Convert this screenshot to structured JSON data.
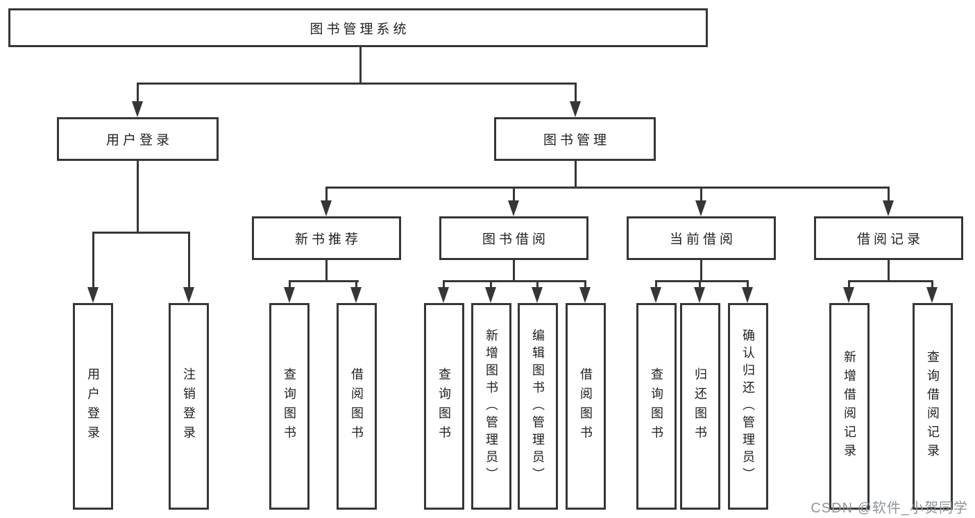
{
  "tree": {
    "root": {
      "label": "图书管理系统",
      "children": [
        {
          "label": "用户登录",
          "children": [
            {
              "label": "用户登录"
            },
            {
              "label": "注销登录"
            }
          ]
        },
        {
          "label": "图书管理",
          "children": [
            {
              "label": "新书推荐",
              "children": [
                {
                  "label": "查询图书"
                },
                {
                  "label": "借阅图书"
                }
              ]
            },
            {
              "label": "图书借阅",
              "children": [
                {
                  "label": "查询图书"
                },
                {
                  "label": "新增图书（管理员）"
                },
                {
                  "label": "编辑图书（管理员）"
                },
                {
                  "label": "借阅图书"
                }
              ]
            },
            {
              "label": "当前借阅",
              "children": [
                {
                  "label": "查询图书"
                },
                {
                  "label": "归还图书"
                },
                {
                  "label": "确认归还（管理员）"
                }
              ]
            },
            {
              "label": "借阅记录",
              "children": [
                {
                  "label": "新增借阅记录"
                },
                {
                  "label": "查询借阅记录"
                }
              ]
            }
          ]
        }
      ]
    }
  },
  "watermark": "CSDN @软件_小贺同学",
  "colors": {
    "line": "#363636",
    "text": "#1f1f1f",
    "watermark_text": "#8f959a",
    "background": "#ffffff"
  }
}
